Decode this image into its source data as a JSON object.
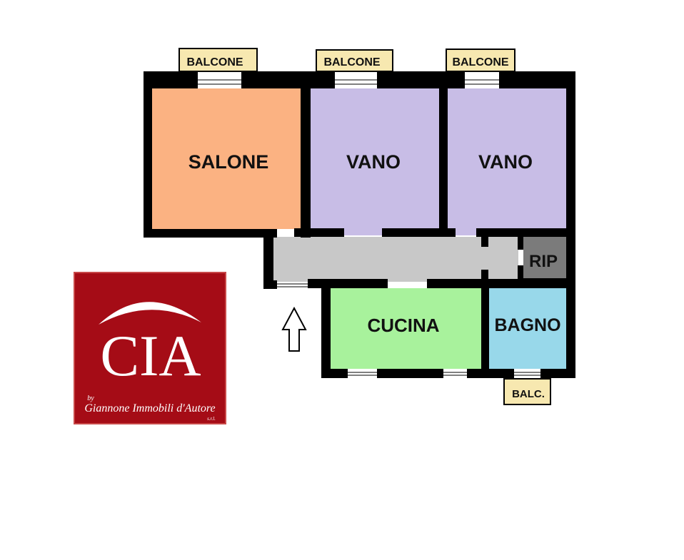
{
  "floorplan": {
    "rooms": {
      "salone": {
        "label": "SALONE",
        "color": "#fbb282"
      },
      "vano1": {
        "label": "VANO",
        "color": "#c8bde6"
      },
      "vano2": {
        "label": "VANO",
        "color": "#c8bde6"
      },
      "corridor": {
        "color": "#c8c8c8"
      },
      "rip": {
        "label": "RIP",
        "color": "#7b7b7b"
      },
      "cucina": {
        "label": "CUCINA",
        "color": "#a8f29c"
      },
      "bagno": {
        "label": "BAGNO",
        "color": "#98d8ea"
      }
    },
    "balconies": [
      {
        "label": "BALCONE"
      },
      {
        "label": "BALCONE"
      },
      {
        "label": "BALCONE"
      },
      {
        "label": "BALC."
      }
    ],
    "balcony_color": "#f7e8b0",
    "wall_color": "#000000",
    "entrance_icon": "up-arrow-icon"
  },
  "logo": {
    "title": "CIA",
    "by": "by",
    "company": "Giannone Immobili d'Autore",
    "suffix": "s.r.l.",
    "color": "#a50c16"
  }
}
